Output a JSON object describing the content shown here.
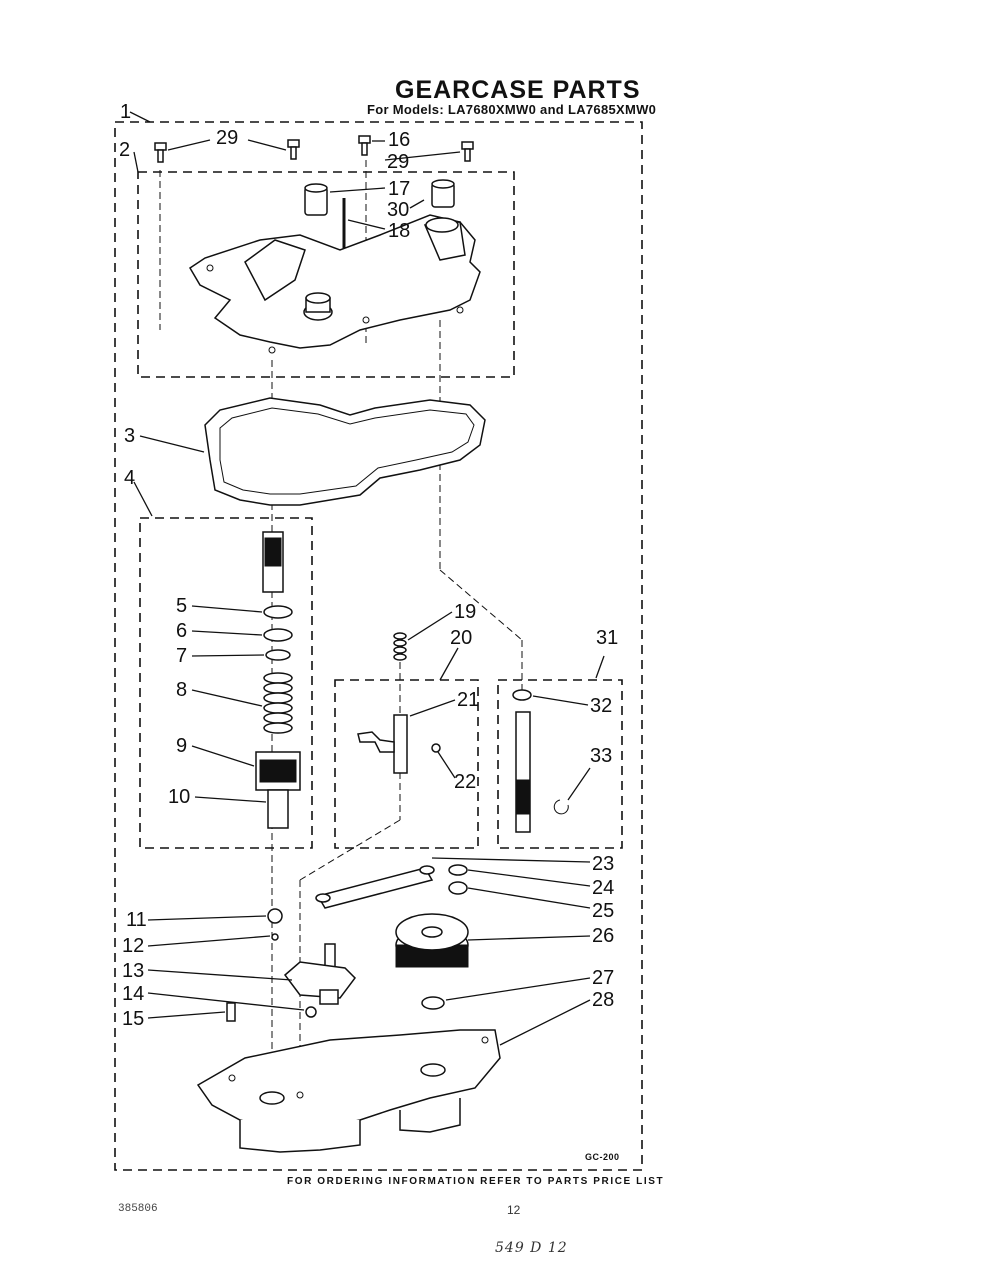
{
  "title": "GEARCASE PARTS",
  "subtitle": "For Models: LA7680XMW0 and LA7685XMW0",
  "footer_note": "FOR ORDERING INFORMATION REFER TO PARTS PRICE LIST",
  "figure_code": "GC-200",
  "document_number": "385806",
  "page_number": "12",
  "handwritten_note": "549 D 12",
  "callouts": [
    "1",
    "2",
    "29",
    "29",
    "16",
    "29",
    "17",
    "30",
    "18",
    "3",
    "4",
    "5",
    "6",
    "7",
    "8",
    "9",
    "10",
    "19",
    "20",
    "21",
    "22",
    "31",
    "32",
    "33",
    "23",
    "24",
    "25",
    "26",
    "27",
    "28",
    "11",
    "12",
    "13",
    "14",
    "15"
  ]
}
